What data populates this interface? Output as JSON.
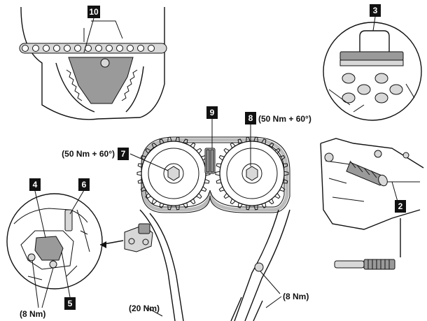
{
  "callouts": {
    "c10": "10",
    "c3": "3",
    "c9": "9",
    "c8": "8",
    "c7": "7",
    "c4": "4",
    "c6": "6",
    "c5": "5",
    "c2": "2"
  },
  "torque_labels": {
    "cam_right": "(50 Nm + 60°)",
    "cam_left": "(50 Nm + 60°)",
    "tensioner_bolts": "(8 Nm)",
    "guide_bolt_right": "(8 Nm)",
    "guide_bolt_bottom": "(20 Nm)"
  },
  "colors": {
    "ink": "#111111",
    "callout_text": "#ffffff",
    "shade": "#9a9a9a",
    "background": "#ffffff"
  }
}
